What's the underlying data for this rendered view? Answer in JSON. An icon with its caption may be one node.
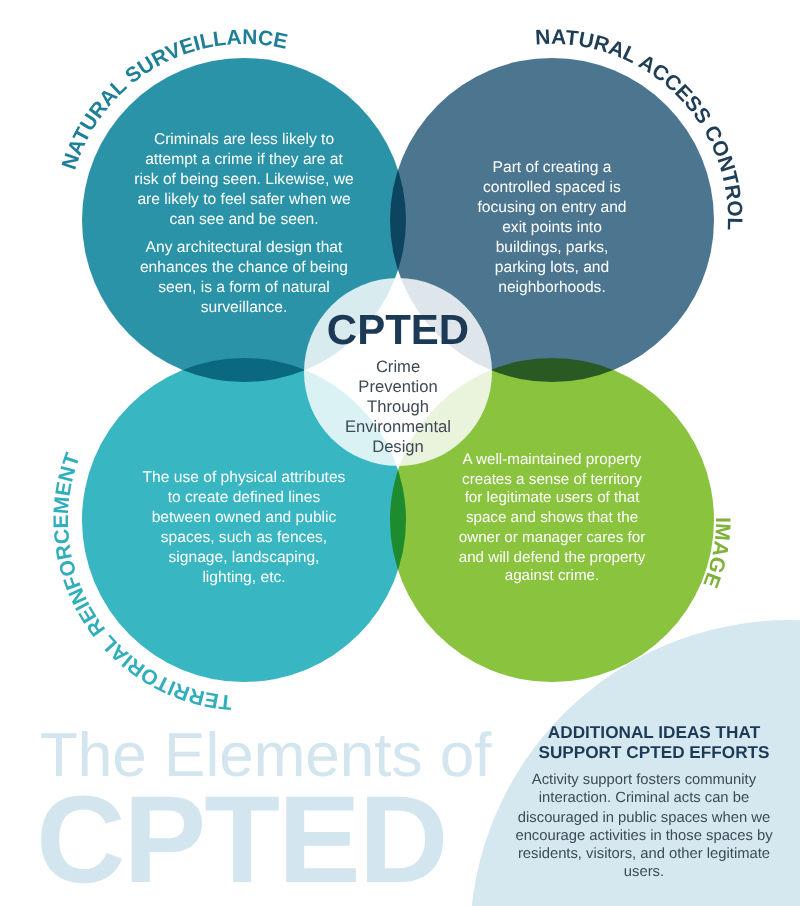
{
  "diagram": {
    "title": "The Elements of CPTED",
    "nodes": [
      {
        "text": [
          "NATURAL SURVEILLANCE",
          "Criminals are less likely to attempt a crime if they are at risk of being seen. Likewise, we are likely to feel safer when we can see and be seen.",
          "Any architectural design that enhances the chance of being seen, is a form of natural surveillance."
        ]
      },
      {
        "text": [
          "NATURAL ACCESS CONTROL",
          "Part of creating a controlled spaced is focusing on entry and exit points into buildings, parks, parking lots, and neighborhoods."
        ]
      },
      {
        "text": [
          "TERRITORIAL REINFORCEMENT",
          "The use of physical attributes to create defined lines between owned and public spaces, such as fences, signage, landscaping, lighting, etc."
        ]
      },
      {
        "text": [
          "A well-maintained property creates a sense of territory for legitimate users of that space and shows that the owner or manager cares for and will defend the property against crime.",
          "IMAGE"
        ]
      },
      {
        "text": [
          "CPTED",
          "Crime Prevention Through Environmental Design"
        ]
      },
      {
        "text": [
          "ADDITIONAL IDEAS THAT SUPPORT CPTED EFFORTS",
          "Activity support fosters community interaction. Criminal acts can be discouraged in public spaces when we encourage activities in those spaces by residents, visitors, and other legitimate users."
        ]
      }
    ],
    "edges": []
  }
}
